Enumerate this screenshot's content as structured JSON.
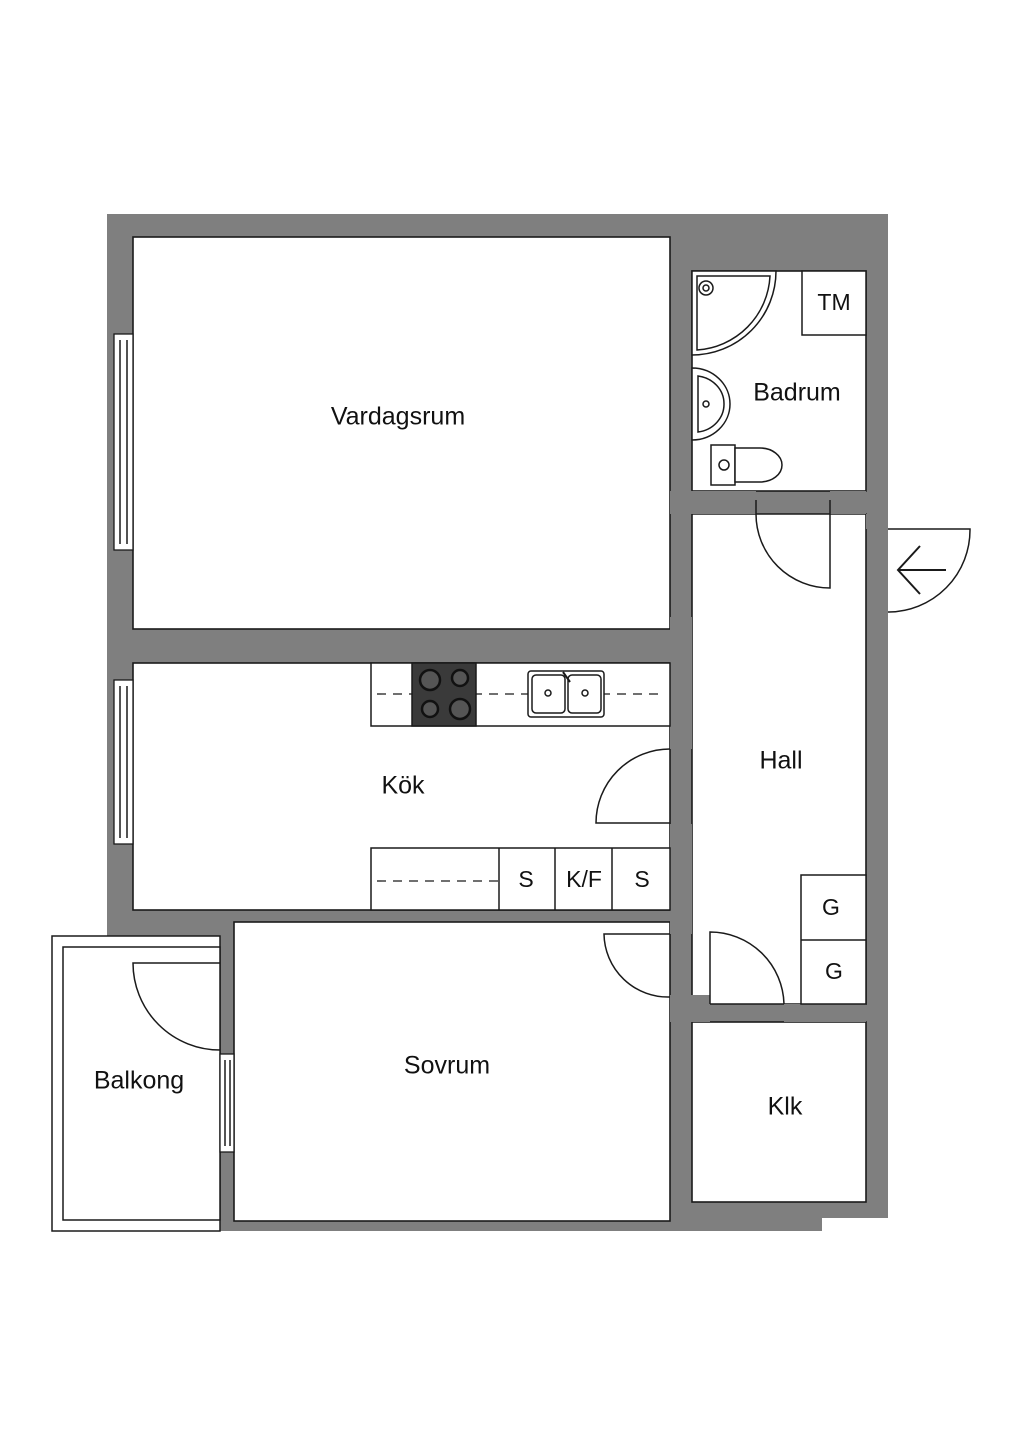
{
  "rooms": {
    "vardagsrum": "Vardagsrum",
    "badrum": "Badrum",
    "kok": "Kök",
    "hall": "Hall",
    "balkong": "Balkong",
    "sovrum": "Sovrum",
    "klk": "Klk"
  },
  "fixtures": {
    "tm": "TM",
    "s1": "S",
    "kf": "K/F",
    "s2": "S",
    "g1": "G",
    "g2": "G"
  },
  "colors": {
    "wall": "#7f7f7f",
    "floor": "#ffffff",
    "line": "#1a1a1a",
    "stove": "#3a3a3a"
  }
}
